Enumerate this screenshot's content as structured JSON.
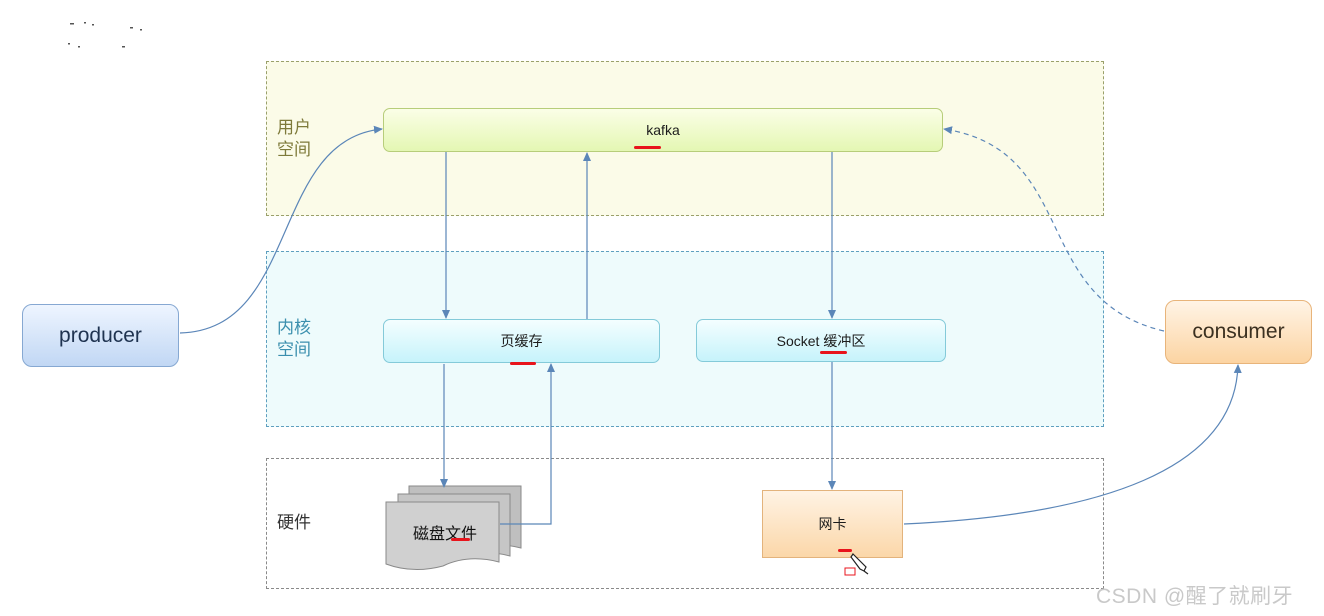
{
  "zones": {
    "user_space": "用户\n空间",
    "kernel_space": "内核\n空间",
    "hardware": "硬件"
  },
  "nodes": {
    "kafka": "kafka",
    "page_cache": "页缓存",
    "socket_buffer": "Socket 缓冲区",
    "disk_file": "磁盘文件",
    "nic": "网卡",
    "producer": "producer",
    "consumer": "consumer"
  },
  "watermark": "CSDN @醒了就刷牙",
  "colors": {
    "user_zone": "#fbfbe8",
    "kernel_zone": "#eefbfc",
    "arrow": "#5b86b8",
    "highlight": "#e8141c"
  }
}
